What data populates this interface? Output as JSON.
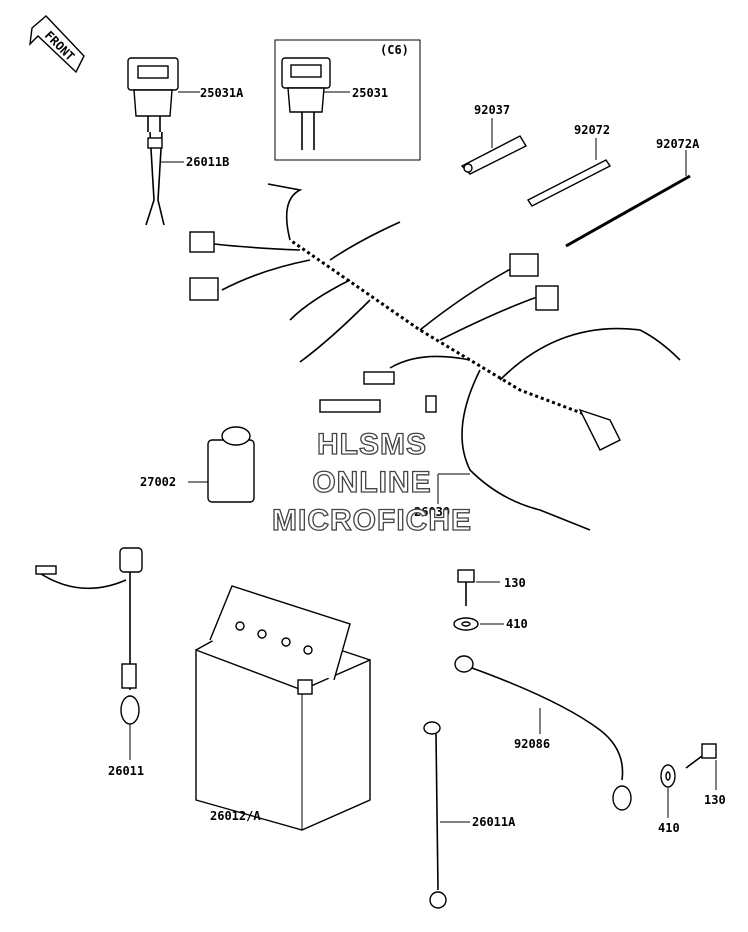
{
  "front_arrow": {
    "text": "FRONT"
  },
  "inset": {
    "tag": "(C6)"
  },
  "labels": {
    "p25031A": "25031A",
    "p25031": "25031",
    "p26011B": "26011B",
    "p92037": "92037",
    "p92072": "92072",
    "p92072A": "92072A",
    "p27002": "27002",
    "p26030": "26030",
    "p130a": "130",
    "p410a": "410",
    "p92086": "92086",
    "p26011": "26011",
    "p26012A": "26012/A",
    "p26011A": "26011A",
    "p130b": "130",
    "p410b": "410"
  },
  "watermark": {
    "line1": "HLSMS",
    "line2": "ONLINE",
    "line3": "MICROFICHE"
  }
}
